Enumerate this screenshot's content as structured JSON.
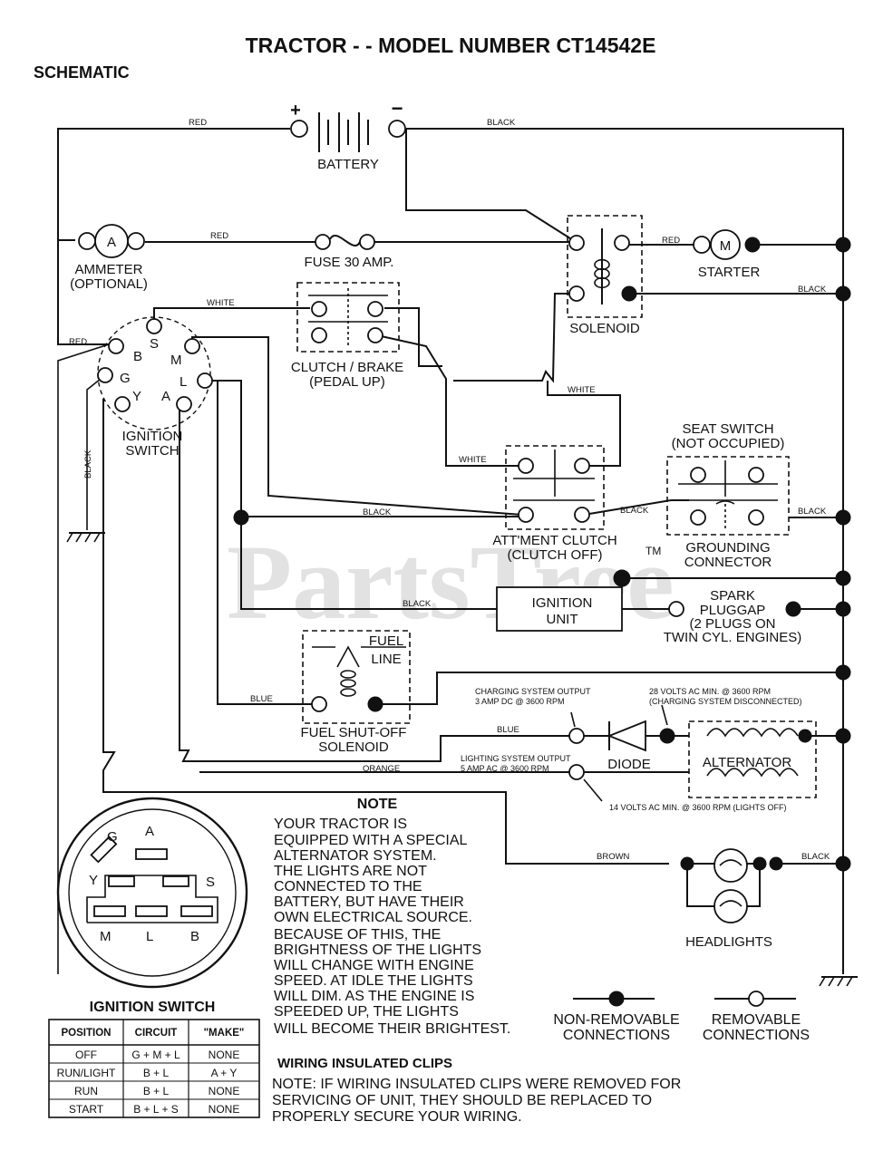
{
  "title": "TRACTOR - - MODEL NUMBER CT14542E",
  "subtitle": "SCHEMATIC",
  "watermark": "PartsTree",
  "watermark_tm": "TM",
  "components": {
    "battery": "BATTERY",
    "battery_plus": "+",
    "battery_minus": "−",
    "ammeter_symbol": "A",
    "ammeter_line1": "AMMETER",
    "ammeter_line2": "(OPTIONAL)",
    "fuse": "FUSE 30 AMP.",
    "starter_symbol": "M",
    "starter": "STARTER",
    "solenoid": "SOLENOID",
    "clutch_brake_line1": "CLUTCH / BRAKE",
    "clutch_brake_line2": "(PEDAL UP)",
    "ignition_switch_line1": "IGNITION",
    "ignition_switch_line2": "SWITCH",
    "seat_switch_line1": "SEAT SWITCH",
    "seat_switch_line2": "(NOT OCCUPIED)",
    "attment_clutch_line1": "ATT'MENT CLUTCH",
    "attment_clutch_line2": "(CLUTCH OFF)",
    "grounding_line1": "GROUNDING",
    "grounding_line2": "CONNECTOR",
    "ignition_unit_line1": "IGNITION",
    "ignition_unit_line2": "UNIT",
    "spark_line1": "SPARK",
    "spark_line2": "PLUGGAP",
    "spark_line3": "(2 PLUGS ON",
    "spark_line4": "TWIN CYL. ENGINES)",
    "fuel_line1": "FUEL",
    "fuel_line2": "LINE",
    "fuel_shutoff_line1": "FUEL SHUT-OFF",
    "fuel_shutoff_line2": "SOLENOID",
    "diode": "DIODE",
    "alternator": "ALTERNATOR",
    "headlights": "HEADLIGHTS"
  },
  "ignition_terminals": {
    "B": "B",
    "S": "S",
    "M": "M",
    "G": "G",
    "L": "L",
    "Y": "Y",
    "A": "A"
  },
  "wire_labels": {
    "red": "RED",
    "black": "BLACK",
    "white": "WHITE",
    "blue": "BLUE",
    "orange": "ORANGE",
    "brown": "BROWN"
  },
  "charging_notes": {
    "output_line1": "CHARGING SYSTEM OUTPUT",
    "output_line2": "3 AMP DC @ 3600 RPM",
    "volts28_line1": "28 VOLTS AC MIN. @ 3600 RPM",
    "volts28_line2": "(CHARGING SYSTEM DISCONNECTED)",
    "lighting_line1": "LIGHTING SYSTEM OUTPUT",
    "lighting_line2": "5 AMP AC @ 3600 RPM",
    "volts14": "14 VOLTS AC MIN. @ 3600 RPM (LIGHTS OFF)"
  },
  "note": {
    "heading": "NOTE",
    "lines": [
      "YOUR TRACTOR IS",
      "EQUIPPED WITH A SPECIAL",
      "ALTERNATOR SYSTEM.",
      "THE LIGHTS ARE NOT",
      "CONNECTED TO THE",
      "BATTERY, BUT HAVE THEIR",
      "OWN ELECTRICAL SOURCE.",
      "BECAUSE OF THIS, THE",
      "BRIGHTNESS OF THE LIGHTS",
      "WILL CHANGE WITH ENGINE",
      "SPEED.  AT IDLE THE LIGHTS",
      "WILL DIM.  AS THE ENGINE IS",
      "SPEEDED UP, THE LIGHTS",
      "WILL BECOME THEIR BRIGHTEST."
    ]
  },
  "legend": {
    "non_removable_line1": "NON-REMOVABLE",
    "non_removable_line2": "CONNECTIONS",
    "removable_line1": "REMOVABLE",
    "removable_line2": "CONNECTIONS"
  },
  "clips": {
    "heading": "WIRING INSULATED CLIPS",
    "lines": [
      "NOTE: IF WIRING INSULATED CLIPS WERE REMOVED FOR",
      "SERVICING OF UNIT, THEY SHOULD BE REPLACED TO",
      "PROPERLY SECURE YOUR WIRING."
    ]
  },
  "switch_face": {
    "G": "G",
    "A": "A",
    "Y": "Y",
    "S": "S",
    "M": "M",
    "L": "L",
    "B": "B"
  },
  "ignition_table": {
    "title": "IGNITION SWITCH",
    "headers": [
      "POSITION",
      "CIRCUIT",
      "\"MAKE\""
    ],
    "rows": [
      [
        "OFF",
        "G + M + L",
        "NONE"
      ],
      [
        "RUN/LIGHT",
        "B + L",
        "A + Y"
      ],
      [
        "RUN",
        "B + L",
        "NONE"
      ],
      [
        "START",
        "B + L + S",
        "NONE"
      ]
    ]
  }
}
